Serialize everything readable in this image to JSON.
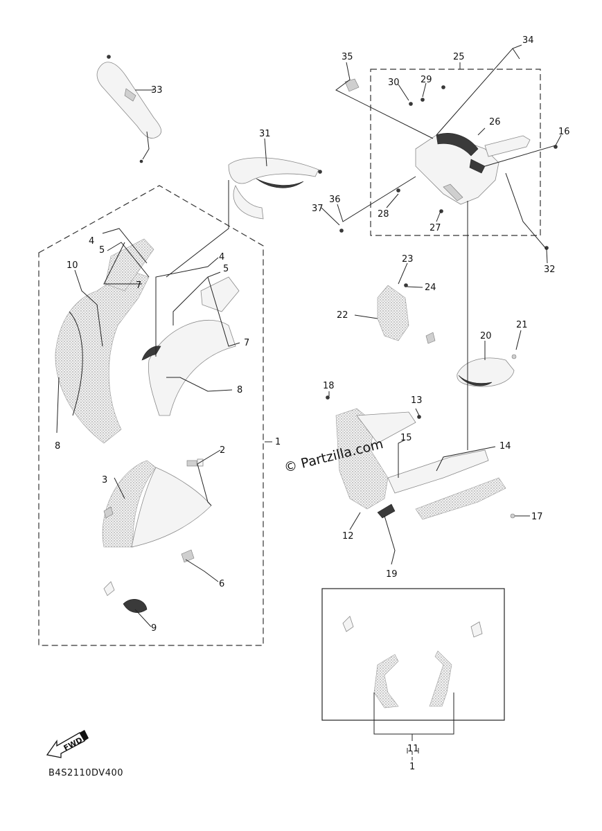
{
  "callouts": [
    {
      "id": "c1a",
      "text": "1"
    },
    {
      "id": "c1b",
      "text": "1"
    },
    {
      "id": "c2",
      "text": "2"
    },
    {
      "id": "c3",
      "text": "3"
    },
    {
      "id": "c4a",
      "text": "4"
    },
    {
      "id": "c4b",
      "text": "4"
    },
    {
      "id": "c5a",
      "text": "5"
    },
    {
      "id": "c5b",
      "text": "5"
    },
    {
      "id": "c6",
      "text": "6"
    },
    {
      "id": "c7a",
      "text": "7"
    },
    {
      "id": "c7b",
      "text": "7"
    },
    {
      "id": "c8a",
      "text": "8"
    },
    {
      "id": "c8b",
      "text": "8"
    },
    {
      "id": "c9",
      "text": "9"
    },
    {
      "id": "c10",
      "text": "10"
    },
    {
      "id": "c11",
      "text": "11"
    },
    {
      "id": "c12",
      "text": "12"
    },
    {
      "id": "c13",
      "text": "13"
    },
    {
      "id": "c14",
      "text": "14"
    },
    {
      "id": "c15",
      "text": "15"
    },
    {
      "id": "c16",
      "text": "16"
    },
    {
      "id": "c17",
      "text": "17"
    },
    {
      "id": "c18",
      "text": "18"
    },
    {
      "id": "c19",
      "text": "19"
    },
    {
      "id": "c20",
      "text": "20"
    },
    {
      "id": "c21",
      "text": "21"
    },
    {
      "id": "c22",
      "text": "22"
    },
    {
      "id": "c23",
      "text": "23"
    },
    {
      "id": "c24",
      "text": "24"
    },
    {
      "id": "c25",
      "text": "25"
    },
    {
      "id": "c26",
      "text": "26"
    },
    {
      "id": "c27",
      "text": "27"
    },
    {
      "id": "c28",
      "text": "28"
    },
    {
      "id": "c29",
      "text": "29"
    },
    {
      "id": "c30",
      "text": "30"
    },
    {
      "id": "c31",
      "text": "31"
    },
    {
      "id": "c32",
      "text": "32"
    },
    {
      "id": "c33",
      "text": "33"
    },
    {
      "id": "c34",
      "text": "34"
    },
    {
      "id": "c35",
      "text": "35"
    },
    {
      "id": "c36",
      "text": "36"
    },
    {
      "id": "c37",
      "text": "37"
    }
  ],
  "watermark": "© Partzilla.com",
  "diagram_code": "B4S2110DV400",
  "fwd_label": "FWD"
}
